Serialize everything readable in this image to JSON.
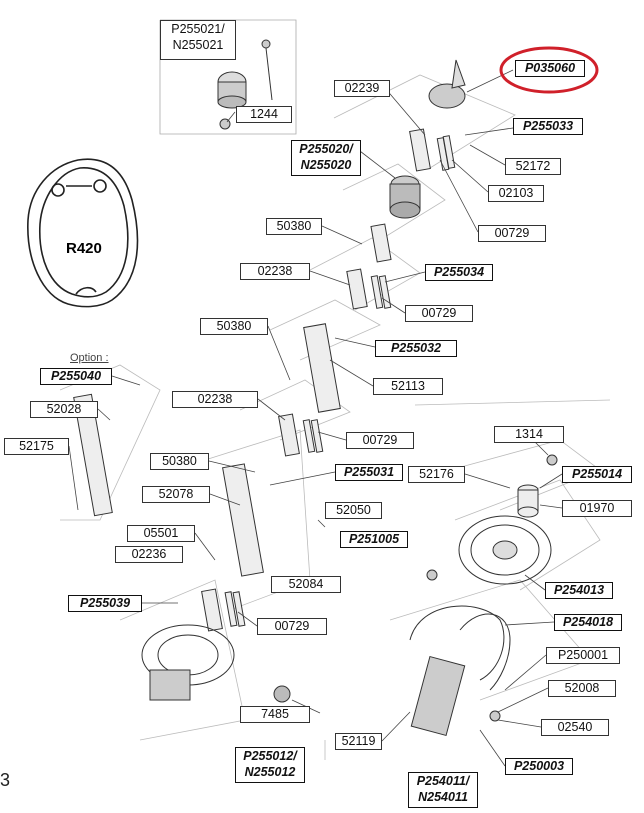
{
  "labels": {
    "p255021_n255021": "P255021/ N255021",
    "l1244": "1244",
    "p035060": "P035060",
    "l02239": "02239",
    "p255033": "P255033",
    "p255020_n255020": "P255020/ N255020",
    "l52172": "52172",
    "l02103": "02103",
    "l50380_a": "50380",
    "l00729_a": "00729",
    "l02238_a": "02238",
    "p255034": "P255034",
    "l00729_b": "00729",
    "l50380_b": "50380",
    "p255032": "P255032",
    "p255040": "P255040",
    "l52113": "52113",
    "l52028": "52028",
    "l02238_b": "02238",
    "l00729_c": "00729",
    "l52175": "52175",
    "l50380_c": "50380",
    "l1314": "1314",
    "p255031": "P255031",
    "l52176": "52176",
    "p255014": "P255014",
    "l52078": "52078",
    "l52050": "52050",
    "l01970": "01970",
    "p251005": "P251005",
    "l05501": "05501",
    "l02236": "02236",
    "l52084": "52084",
    "p254013": "P254013",
    "p255039": "P255039",
    "l00729_d": "00729",
    "p254018": "P254018",
    "p250001": "P250001",
    "l52008": "52008",
    "l7485": "7485",
    "l02540": "02540",
    "l52119": "52119",
    "p255012_n255012": "P255012/ N255012",
    "p250003": "P250003",
    "p254011_n254011": "P254011/ N254011"
  },
  "profile_text": "R420",
  "option_text": "Option :",
  "edge_mark": "3",
  "highlight_color": "#d0202a"
}
